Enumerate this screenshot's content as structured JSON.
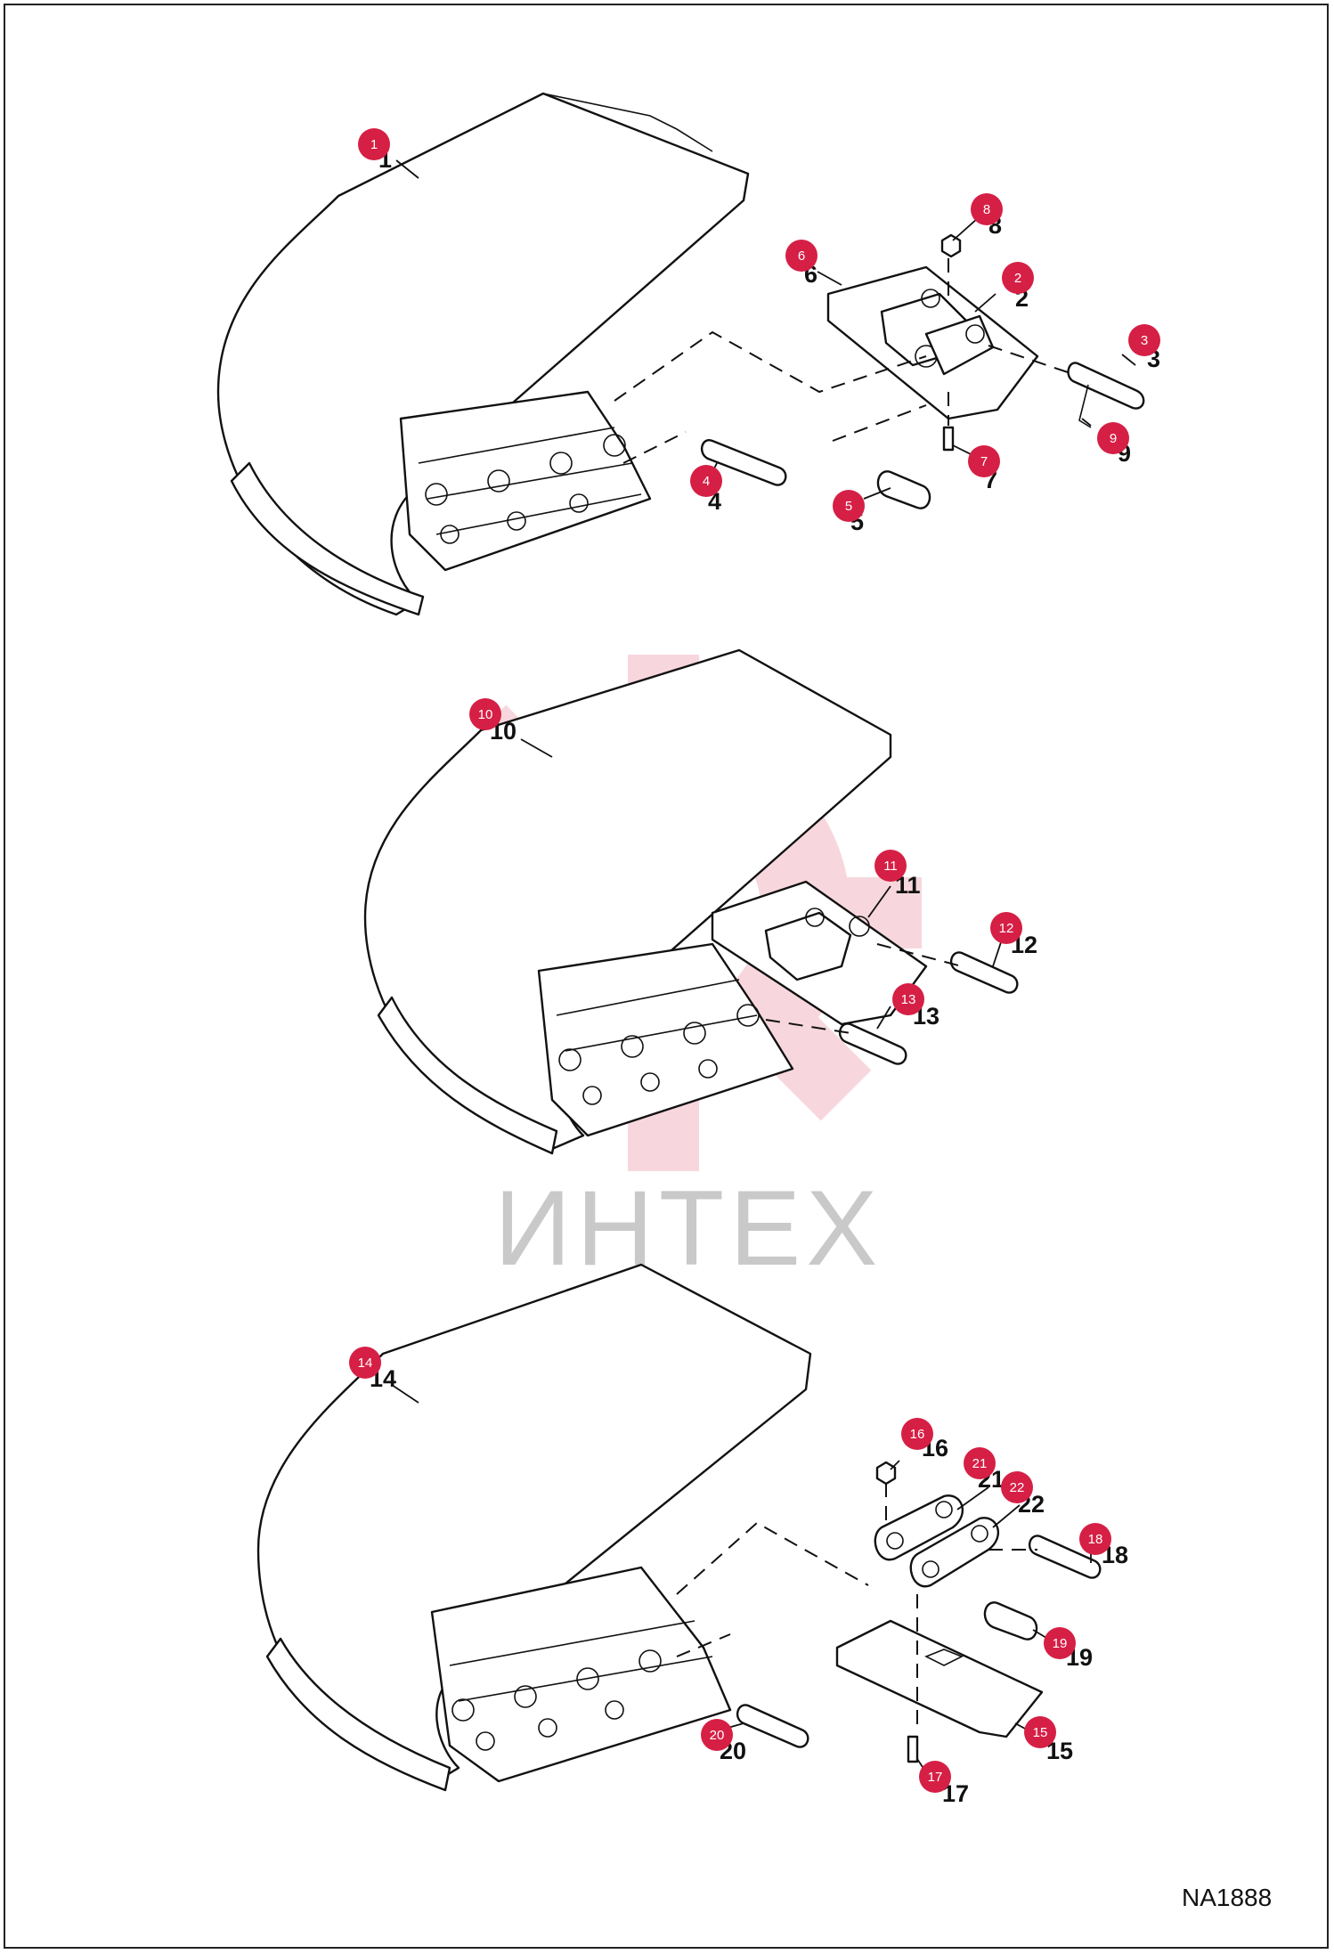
{
  "diagram": {
    "drawing_code": "NA1888",
    "watermark": "ИНТЕХ",
    "colors": {
      "badge": "#d61f45",
      "watermark_gear": "#f2b8c3",
      "watermark_text": "#c9c9c9",
      "line": "#111111"
    },
    "callouts": [
      {
        "id": "1",
        "label": "1"
      },
      {
        "id": "2",
        "label": "2"
      },
      {
        "id": "3",
        "label": "3"
      },
      {
        "id": "4",
        "label": "4"
      },
      {
        "id": "5",
        "label": "5"
      },
      {
        "id": "6",
        "label": "6"
      },
      {
        "id": "7",
        "label": "7"
      },
      {
        "id": "8",
        "label": "8"
      },
      {
        "id": "9",
        "label": "9"
      },
      {
        "id": "10",
        "label": "10"
      },
      {
        "id": "11",
        "label": "11"
      },
      {
        "id": "12",
        "label": "12"
      },
      {
        "id": "13",
        "label": "13"
      },
      {
        "id": "14",
        "label": "14"
      },
      {
        "id": "15",
        "label": "15"
      },
      {
        "id": "16",
        "label": "16"
      },
      {
        "id": "17",
        "label": "17"
      },
      {
        "id": "18",
        "label": "18"
      },
      {
        "id": "19",
        "label": "19"
      },
      {
        "id": "20",
        "label": "20"
      },
      {
        "id": "21",
        "label": "21"
      },
      {
        "id": "22",
        "label": "22"
      }
    ]
  }
}
